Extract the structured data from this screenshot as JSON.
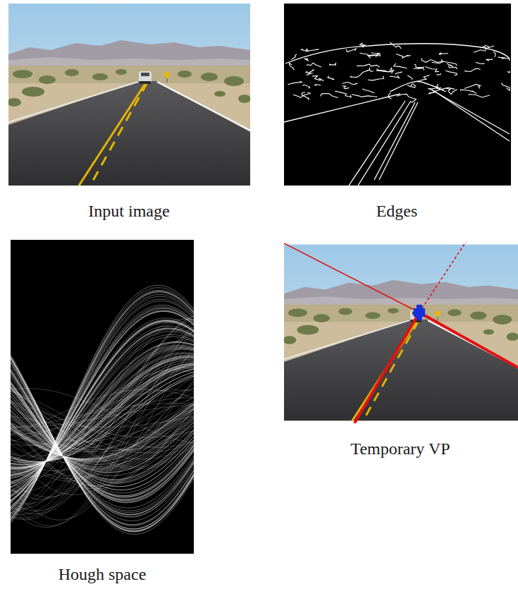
{
  "diagram": {
    "labels": [
      "Input image",
      "Edges",
      "Hough space",
      "Temporary VP"
    ]
  }
}
